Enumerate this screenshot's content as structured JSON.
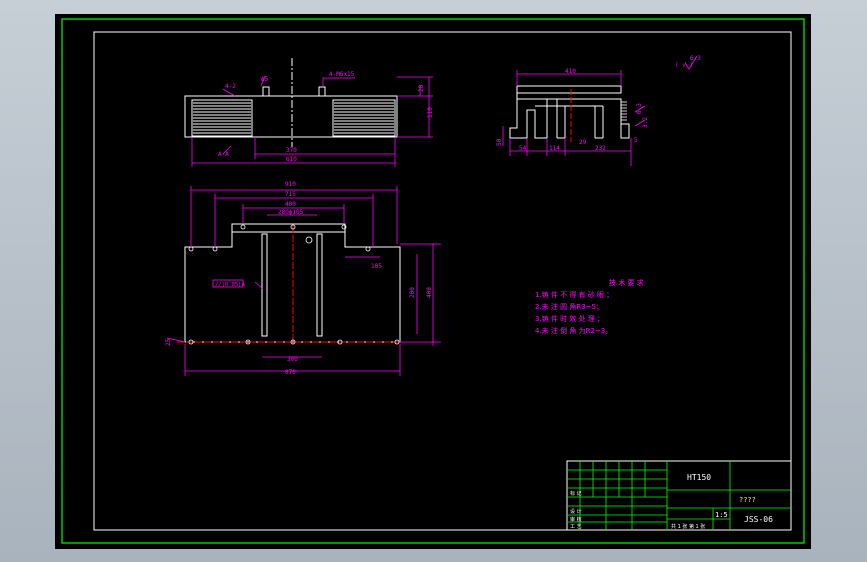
{
  "colors": {
    "background": "#000000",
    "frame_outer": "#00ff00",
    "frame_inner": "#ffffff",
    "geometry": "#ffffff",
    "dimension": "#ff00ff",
    "hidden_line": "#ff0000",
    "title_grid": "#00ff00",
    "notes": "#ff00ff",
    "title_text": "#ffffff",
    "yellow_text": "#ffff00",
    "title_accent": "#00ffff"
  },
  "top_view": {
    "labels": {
      "chamfer_left": "4-2",
      "hole_marker": "ϕ5",
      "tap_label": "4-M6x15",
      "height_top": "20",
      "height_total": "110",
      "width_inner": "370",
      "width_overall": "610",
      "section_marker": "A-A"
    }
  },
  "side_view": {
    "labels": {
      "top_width": "410",
      "left_offset": "54",
      "gap1": "114",
      "gap2": "29",
      "right_width": "232",
      "bottom_left": "50",
      "bottom_right": "5",
      "roughness_left": "6.3",
      "roughness_right": "3.2"
    }
  },
  "front_view": {
    "labels": {
      "overall_width": "910",
      "width_715": "715",
      "width_400": "400",
      "width_280": "280ϕ105",
      "right_label": "105",
      "height_200": "200",
      "height_400": "400",
      "note_symbol": "//|0.05|A",
      "bottom_width": "300",
      "overall_bottom": "870",
      "left_label": "25"
    }
  },
  "roughness_symbol": "6.3",
  "notes": {
    "title": "技 术 要 求",
    "items": [
      "1.铸 件 不 得 有 砂 眼 ；",
      "2.未 注 圆 角R3~5；",
      "3.铸 件 时 效 处 理 ；",
      "4.未 注 倒 角 为R2~3。"
    ]
  },
  "title_block": {
    "material": "HT150",
    "part_name": "????",
    "scale": "1:5",
    "drawing_number": "JSS-06",
    "row_labels": [
      "标 记",
      "设 计",
      "审 核",
      "工 艺"
    ],
    "sheet_info": "共 1 张 第 1 张"
  }
}
